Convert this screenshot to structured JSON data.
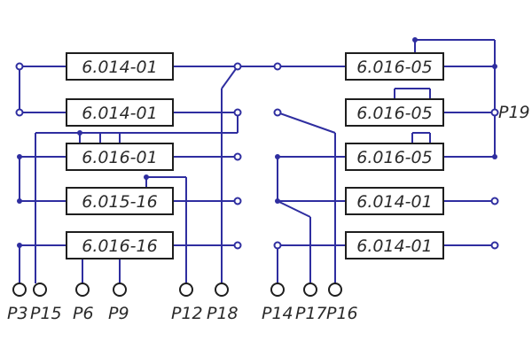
{
  "left_components": {
    "c1": "6.014-01",
    "c2": "6.014-01",
    "c3": "6.016-01",
    "c4": "6.015-16",
    "c5": "6.016-16"
  },
  "right_components": {
    "c1": "6.016-05",
    "c2": "6.016-05",
    "c3": "6.016-05",
    "c4": "6.014-01",
    "c5": "6.014-01"
  },
  "pins": {
    "p3": "P3",
    "p15": "P15",
    "p6": "P6",
    "p9": "P9",
    "p12": "P12",
    "p18": "P18",
    "p14": "P14",
    "p17": "P17",
    "p16": "P16",
    "p19": "P19"
  },
  "colors": {
    "wire": "#2f2ea0",
    "outline": "#1e1e1e"
  }
}
